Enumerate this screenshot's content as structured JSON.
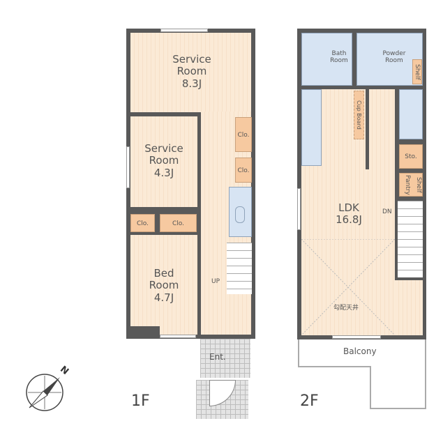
{
  "floor1": {
    "label": "1F",
    "rooms": {
      "service_room_large": {
        "name": "Service\nRoom",
        "name_l1": "Service",
        "name_l2": "Room",
        "size": "8.3J"
      },
      "service_room_small": {
        "name_l1": "Service",
        "name_l2": "Room",
        "size": "4.3J"
      },
      "bed_room": {
        "name_l1": "Bed",
        "name_l2": "Room",
        "size": "4.7J"
      },
      "entrance": {
        "name": "Ent."
      }
    },
    "closets": [
      "Clo.",
      "Clo.",
      "Clo.",
      "Clo."
    ],
    "stairs_label": "UP"
  },
  "floor2": {
    "label": "2F",
    "rooms": {
      "bath": {
        "name_l1": "Bath",
        "name_l2": "Room"
      },
      "powder": {
        "name_l1": "Powder",
        "name_l2": "Room"
      },
      "ldk": {
        "name": "LDK",
        "size": "16.8J"
      },
      "balcony": {
        "name": "Balcony"
      }
    },
    "storage": {
      "shelf1": "Shelf",
      "cupboard": "Cup Board",
      "sto": "Sto.",
      "pantry": "Pantry",
      "shelf2": "Shelf"
    },
    "stairs_label": "DN",
    "ceiling_note": "勾配天井"
  },
  "compass": {
    "label": "N"
  }
}
